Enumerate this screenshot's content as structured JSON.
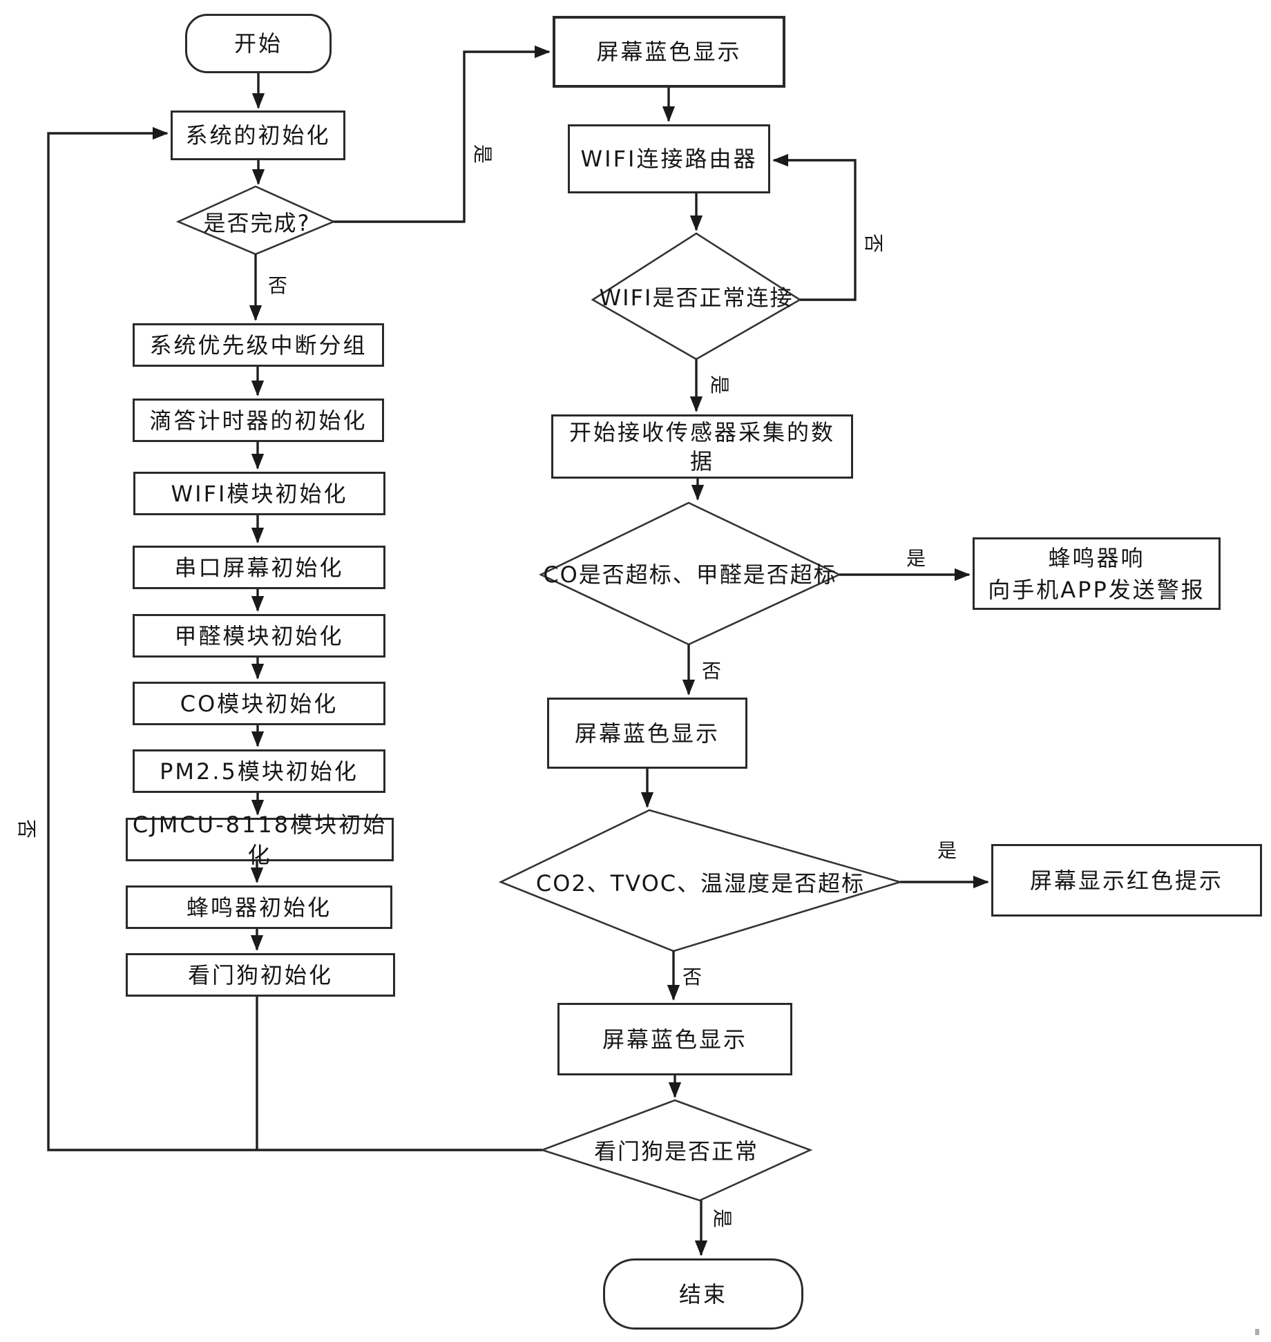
{
  "flowchart": {
    "edge_labels": {
      "yes": "是",
      "no": "否"
    },
    "nodes": {
      "start": {
        "shape": "rounded",
        "text": "开始"
      },
      "sys_init": {
        "shape": "process",
        "text": "系统的初始化"
      },
      "complete_q": {
        "shape": "diamond",
        "text": "是否完成?"
      },
      "priority_group": {
        "shape": "process",
        "text": "系统优先级中断分组"
      },
      "systick_init": {
        "shape": "process",
        "text": "滴答计时器的初始化"
      },
      "wifi_module_init": {
        "shape": "process",
        "text": "WIFI模块初始化"
      },
      "serial_screen_init": {
        "shape": "process",
        "text": "串口屏幕初始化"
      },
      "formaldehyde_init": {
        "shape": "process",
        "text": "甲醛模块初始化"
      },
      "co_init": {
        "shape": "process",
        "text": "CO模块初始化"
      },
      "pm25_init": {
        "shape": "process",
        "text": "PM2.5模块初始化"
      },
      "cjmcu_init": {
        "shape": "process",
        "text": "CJMCU-8118模块初始化"
      },
      "buzzer_init": {
        "shape": "process",
        "text": "蜂鸣器初始化"
      },
      "watchdog_init": {
        "shape": "process",
        "text": "看门狗初始化"
      },
      "screen_blue_1": {
        "shape": "process",
        "text": "屏幕蓝色显示"
      },
      "wifi_router": {
        "shape": "process",
        "text": "WIFI连接路由器"
      },
      "wifi_ok_q": {
        "shape": "diamond",
        "text": "WIFI是否正常连接"
      },
      "recv_data": {
        "shape": "process",
        "lines": [
          "开始接收传感器采集的数",
          "据"
        ]
      },
      "co_over_q": {
        "shape": "diamond",
        "text": "CO是否超标、甲醛是否超标"
      },
      "buzzer_alarm": {
        "shape": "process",
        "lines": [
          "蜂鸣器响",
          "向手机APP发送警报"
        ]
      },
      "screen_blue_2": {
        "shape": "process",
        "text": "屏幕蓝色显示"
      },
      "co2_over_q": {
        "shape": "diamond",
        "text": "CO2、TVOC、温湿度是否超标"
      },
      "red_tip": {
        "shape": "process",
        "text": "屏幕显示红色提示"
      },
      "screen_blue_3": {
        "shape": "process",
        "text": "屏幕蓝色显示"
      },
      "watchdog_ok_q": {
        "shape": "diamond",
        "text": "看门狗是否正常"
      },
      "end": {
        "shape": "rounded",
        "text": "结束"
      }
    },
    "colors": {
      "line": "#1f1f1f",
      "box_border": "#2a2a2a",
      "background": "#ffffff",
      "text": "#161616"
    }
  }
}
